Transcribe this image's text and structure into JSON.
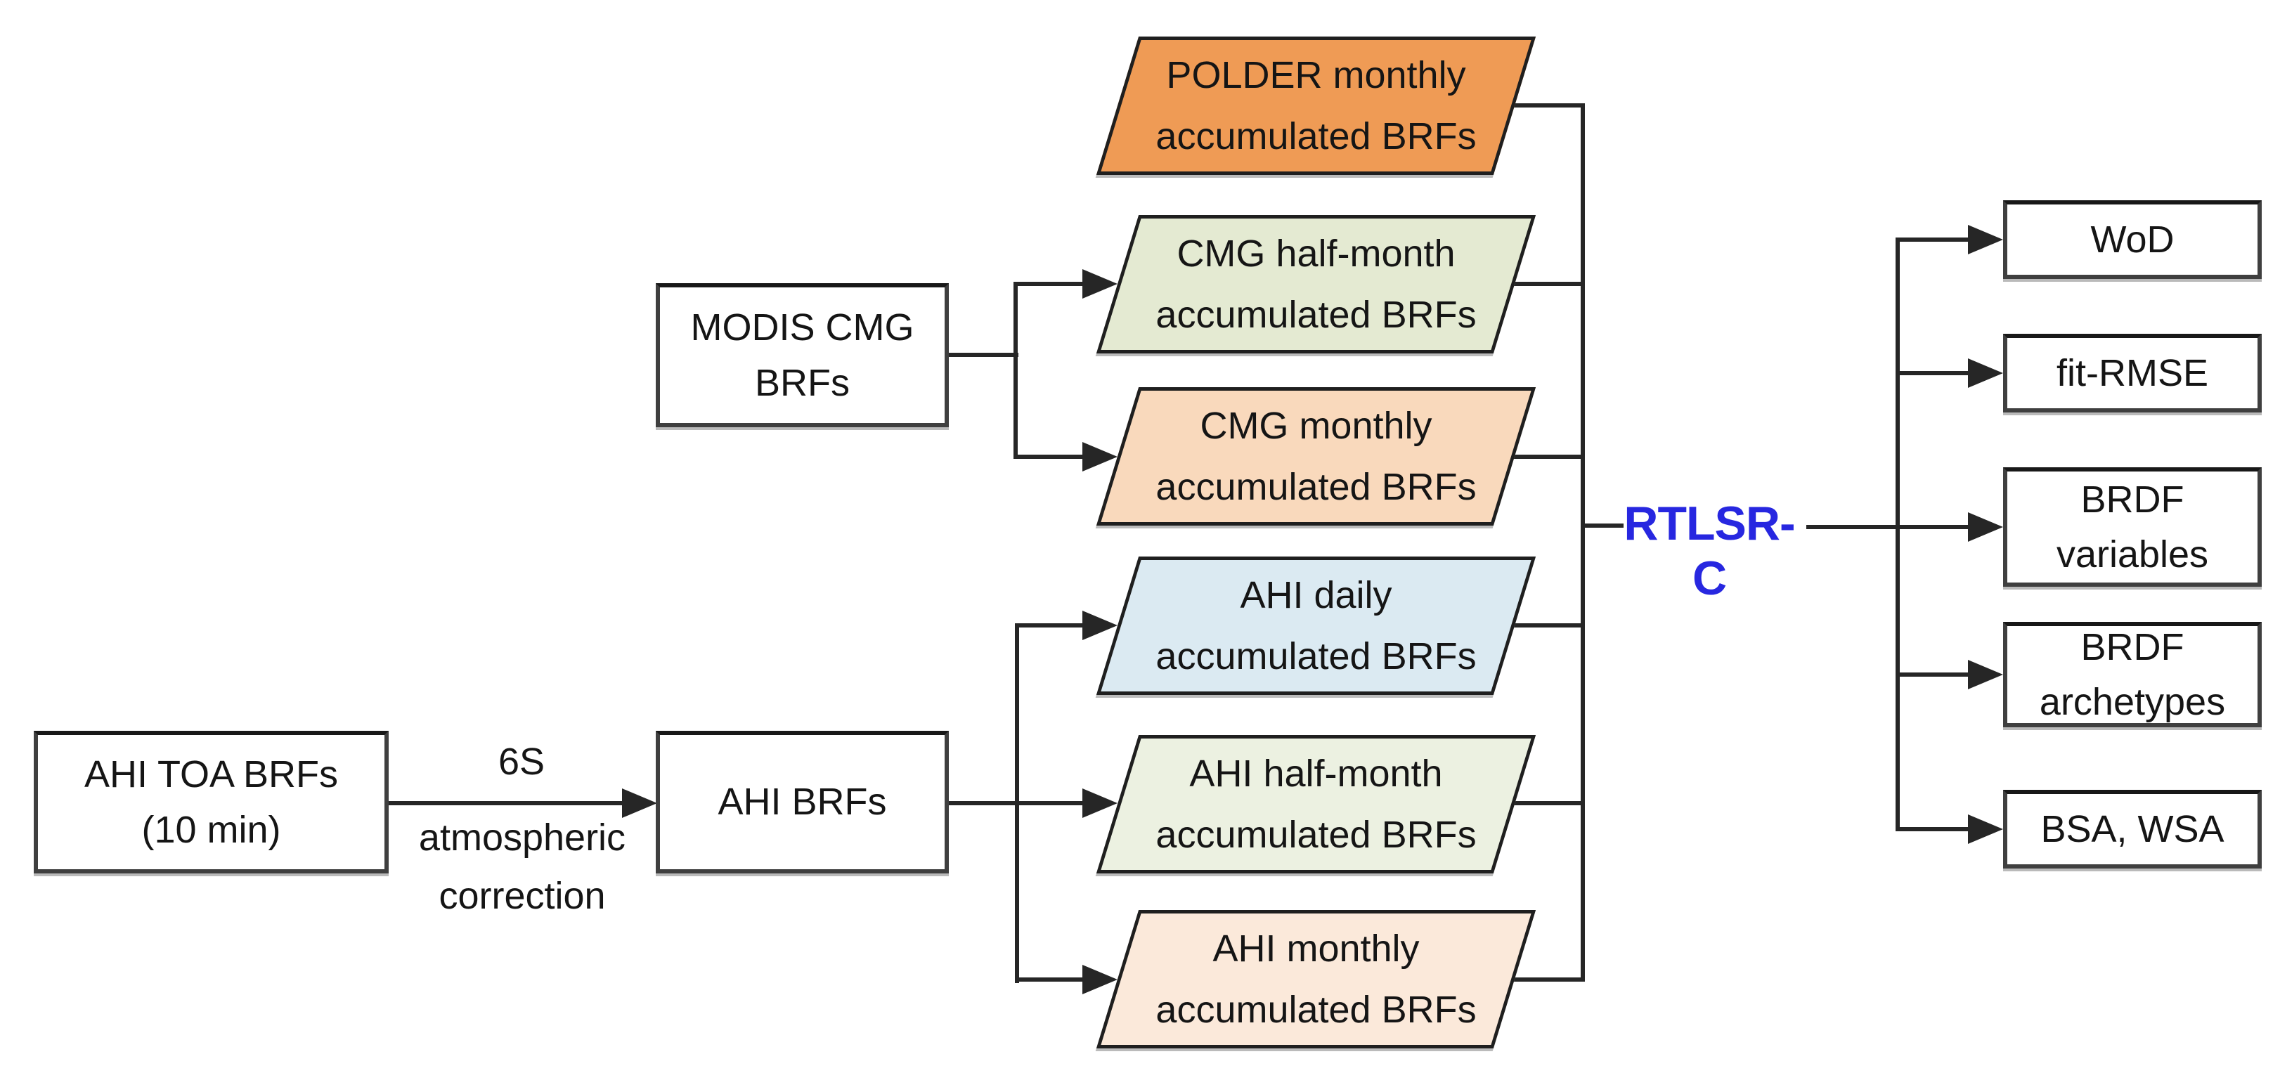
{
  "flow": {
    "input_box": {
      "label": "AHI TOA BRFs\n(10 min)"
    },
    "process_arrow_label": {
      "line1": "6S",
      "line2": "atmospheric",
      "line3": "correction"
    },
    "ahi_box": {
      "label": "AHI BRFs"
    },
    "modis_box": {
      "label": "MODIS CMG\nBRFs"
    },
    "accumulations": [
      {
        "id": "polder-monthly",
        "label": "POLDER monthly\naccumulated BRFs",
        "fill": "#EF9B55"
      },
      {
        "id": "cmg-half-month",
        "label": "CMG half-month\naccumulated BRFs",
        "fill": "#E4EAD2"
      },
      {
        "id": "cmg-monthly",
        "label": "CMG monthly\naccumulated BRFs",
        "fill": "#F9D9BC"
      },
      {
        "id": "ahi-daily",
        "label": "AHI daily\naccumulated BRFs",
        "fill": "#DBEAF2"
      },
      {
        "id": "ahi-half-month",
        "label": "AHI half-month\naccumulated BRFs",
        "fill": "#ECF1E1"
      },
      {
        "id": "ahi-monthly",
        "label": "AHI monthly\naccumulated BRFs",
        "fill": "#FBE9DA"
      }
    ],
    "model": {
      "label": "RTLSR-C",
      "color": "#2727E0"
    },
    "outputs": [
      {
        "label": "WoD"
      },
      {
        "label": "fit-RMSE"
      },
      {
        "label": "BRDF\nvariables"
      },
      {
        "label": "BRDF\narchetypes"
      },
      {
        "label": "BSA, WSA"
      }
    ]
  },
  "colors": {
    "connector": "#262626",
    "box_border": "#3f3f3f",
    "parallelogram_border": "#1f1f1f",
    "text": "#151515",
    "rtlsr_blue": "#2727E0"
  }
}
